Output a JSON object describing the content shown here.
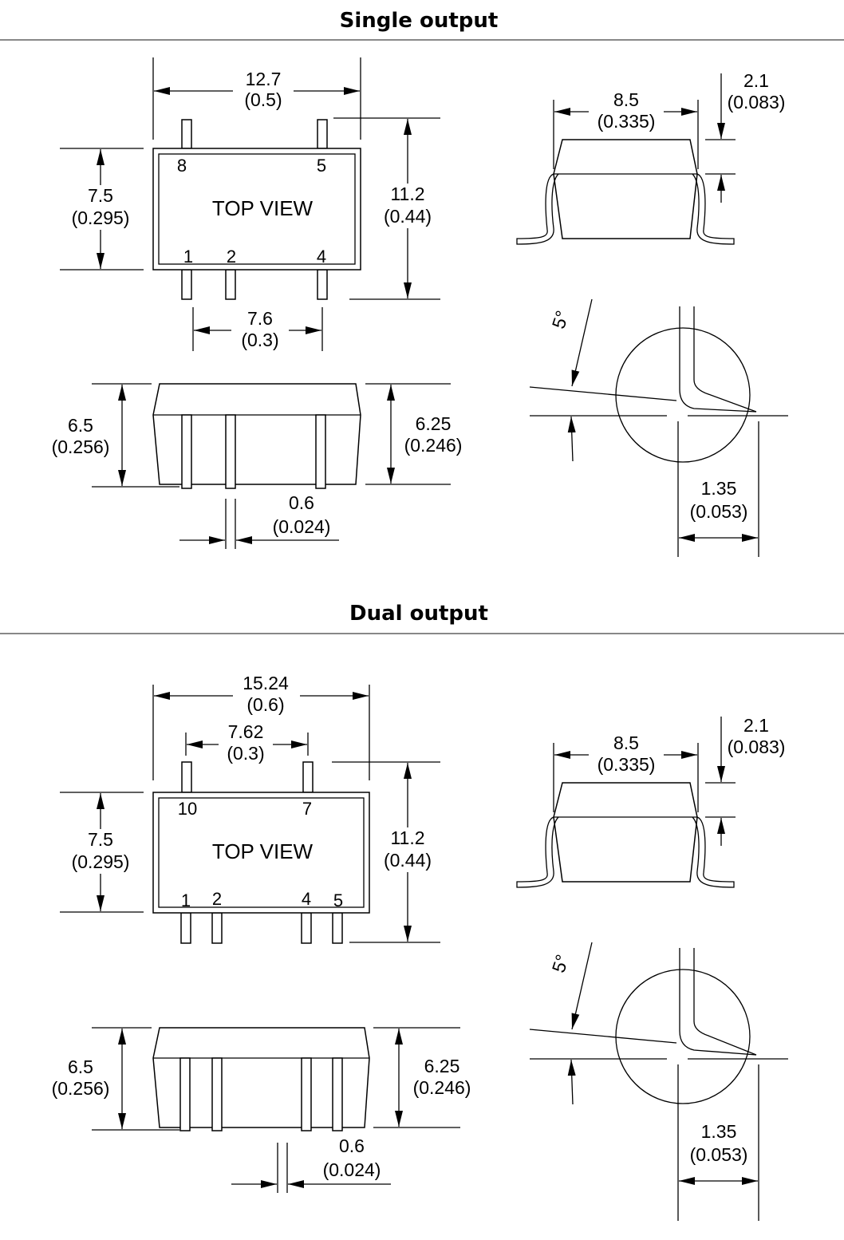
{
  "sections": [
    {
      "title": "Single output",
      "top_view": {
        "label": "TOP VIEW",
        "pin_labels_top": [
          "8",
          "5"
        ],
        "pin_labels_bottom": [
          "1",
          "2",
          "4"
        ],
        "width": "12.7",
        "width_in": "(0.5)",
        "height": "7.5",
        "height_in": "(0.295)",
        "overall": "11.2",
        "overall_in": "(0.44)",
        "pin_span": "7.6",
        "pin_span_in": "(0.3)"
      },
      "side_view": {
        "height": "6.5",
        "height_in": "(0.256)",
        "body": "6.25",
        "body_in": "(0.246)",
        "pin_width": "0.6",
        "pin_width_in": "(0.024)"
      },
      "end_view": {
        "width": "8.5",
        "width_in": "(0.335)",
        "standoff": "2.1",
        "standoff_in": "(0.083)"
      },
      "detail": {
        "angle": "5°",
        "foot": "1.35",
        "foot_in": "(0.053)"
      }
    },
    {
      "title": "Dual output",
      "top_view": {
        "label": "TOP VIEW",
        "pin_labels_top": [
          "10",
          "7"
        ],
        "pin_labels_bottom": [
          "1",
          "2",
          "4",
          "5"
        ],
        "width": "15.24",
        "width_in": "(0.6)",
        "pitch": "7.62",
        "pitch_in": "(0.3)",
        "height": "7.5",
        "height_in": "(0.295)",
        "overall": "11.2",
        "overall_in": "(0.44)"
      },
      "side_view": {
        "height": "6.5",
        "height_in": "(0.256)",
        "body": "6.25",
        "body_in": "(0.246)",
        "pin_width": "0.6",
        "pin_width_in": "(0.024)"
      },
      "end_view": {
        "width": "8.5",
        "width_in": "(0.335)",
        "standoff": "2.1",
        "standoff_in": "(0.083)"
      },
      "detail": {
        "angle": "5°",
        "foot": "1.35",
        "foot_in": "(0.053)"
      }
    }
  ]
}
